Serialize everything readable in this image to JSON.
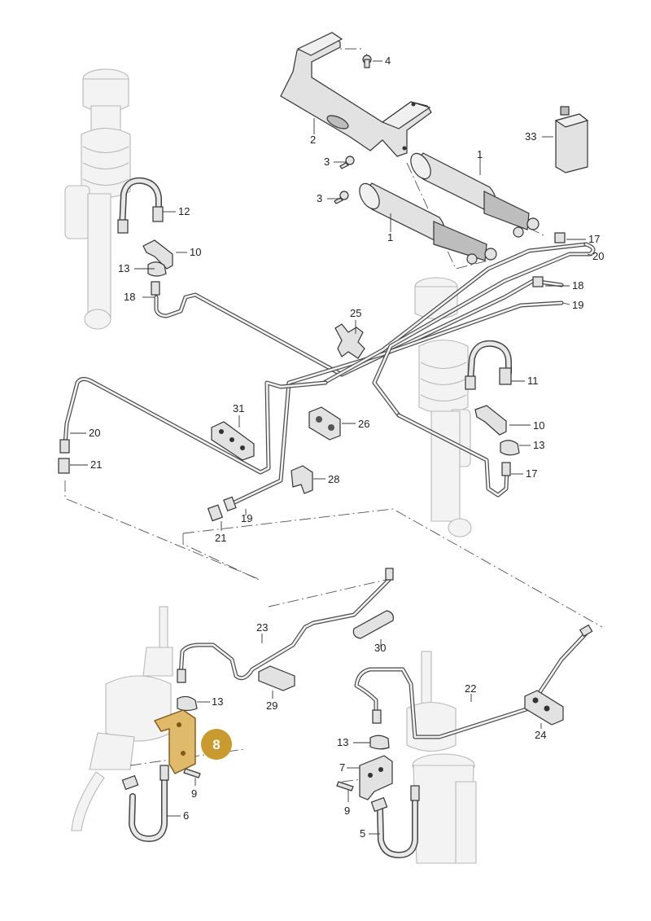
{
  "diagram": {
    "labels": {
      "l1a": "1",
      "l1b": "1",
      "l2": "2",
      "l3a": "3",
      "l3b": "3",
      "l4": "4",
      "l5": "5",
      "l6": "6",
      "l7": "7",
      "l9a": "9",
      "l9b": "9",
      "l10a": "10",
      "l10b": "10",
      "l11": "11",
      "l12": "12",
      "l13a": "13",
      "l13b": "13",
      "l13c": "13",
      "l13d": "13",
      "l17a": "17",
      "l17b": "17",
      "l18a": "18",
      "l18b": "18",
      "l19a": "19",
      "l19b": "19",
      "l20a": "20",
      "l20b": "20",
      "l21a": "21",
      "l21b": "21",
      "l22": "22",
      "l23": "23",
      "l24": "24",
      "l25": "25",
      "l26": "26",
      "l28": "28",
      "l29": "29",
      "l30": "30",
      "l31": "31",
      "l33": "33"
    },
    "highlight": {
      "part_number": "8",
      "badge_color": "#c99a2e",
      "part_color": "#e0b96a"
    }
  }
}
